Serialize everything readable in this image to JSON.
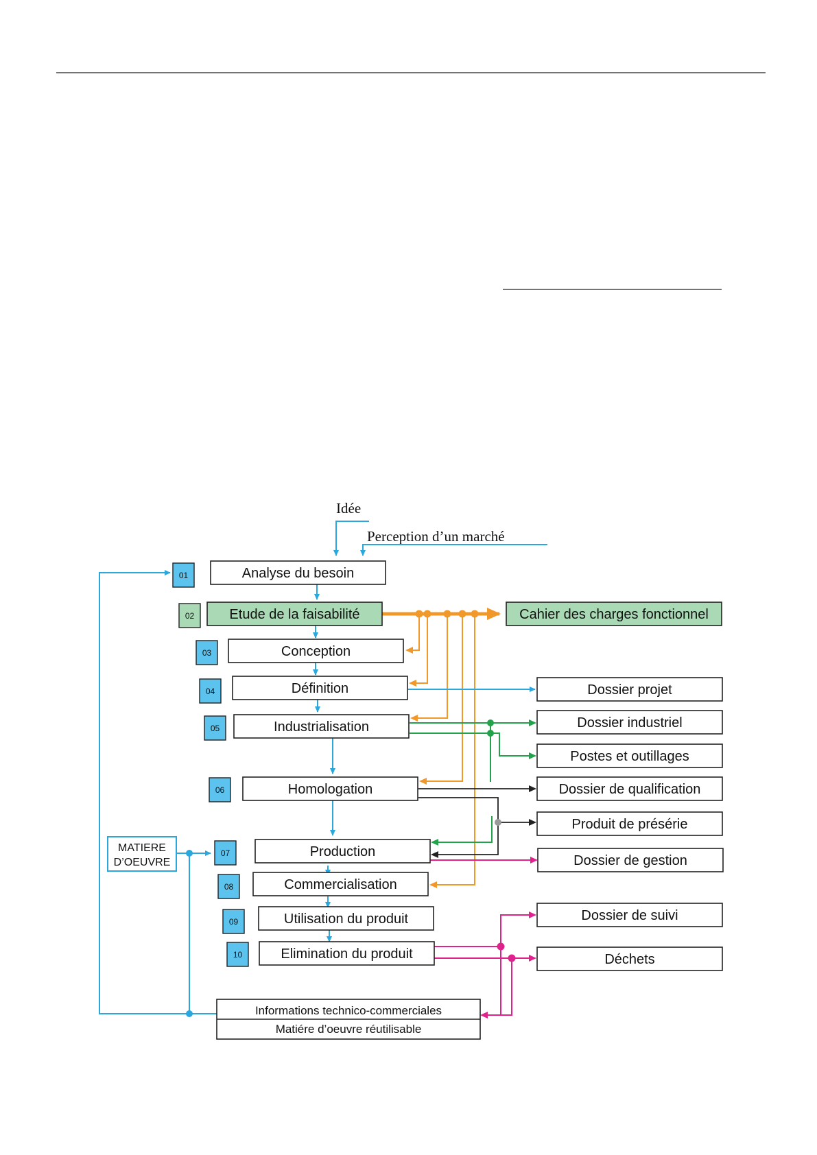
{
  "colors": {
    "flow_blue": "#2aa7dd",
    "flow_orange": "#f0982a",
    "flow_green": "#22a24a",
    "flow_magenta": "#e0228c",
    "flow_black": "#222222",
    "tag_blue": "#5bc3ee",
    "tag_green": "#a9d9b5"
  },
  "inputs": {
    "idea": "Idée",
    "market": "Perception d’un marché"
  },
  "matiere": {
    "line1": "MATIERE",
    "line2": "D’OEUVRE"
  },
  "phases": [
    {
      "num": "01",
      "label": "Analyse du besoin"
    },
    {
      "num": "02",
      "label": "Etude de la faisabilité"
    },
    {
      "num": "03",
      "label": "Conception"
    },
    {
      "num": "04",
      "label": "Définition"
    },
    {
      "num": "05",
      "label": "Industrialisation"
    },
    {
      "num": "06",
      "label": "Homologation"
    },
    {
      "num": "07",
      "label": "Production"
    },
    {
      "num": "08",
      "label": "Commercialisation"
    },
    {
      "num": "09",
      "label": "Utilisation du produit"
    },
    {
      "num": "10",
      "label": "Elimination du produit"
    }
  ],
  "outputs": {
    "cdc": "Cahier des charges fonctionnel",
    "dossier_projet": "Dossier projet",
    "dossier_industriel": "Dossier industriel",
    "postes": "Postes et outillages",
    "qualification": "Dossier de qualification",
    "preserie": "Produit de présérie",
    "gestion": "Dossier de gestion",
    "suivi": "Dossier de suivi",
    "dechets": "Déchets"
  },
  "feedback": {
    "line1": "Informations technico-commerciales",
    "line2": "Matiére d’oeuvre réutilisable"
  }
}
